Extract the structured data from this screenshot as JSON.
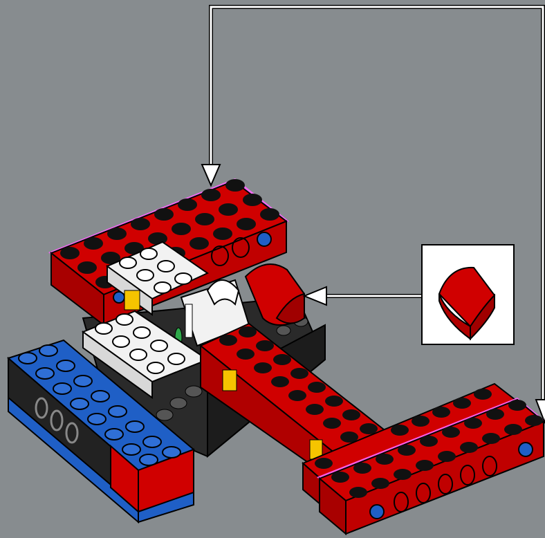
{
  "scene": {
    "background_color": "#878c8f",
    "step_type": "building-instruction",
    "callout_part": "red-curved-slope-1x2",
    "arrow_color": "#ffffff",
    "highlight_color": "#ff66ff"
  },
  "parts": [
    {
      "name": "red-beam-top",
      "color": "#d00000"
    },
    {
      "name": "white-plate-back",
      "color": "#f2f2f2"
    },
    {
      "name": "white-plate-front",
      "color": "#f2f2f2"
    },
    {
      "name": "blue-plate-left",
      "color": "#1f5fc6"
    },
    {
      "name": "red-beam-center",
      "color": "#d00000"
    },
    {
      "name": "red-beam-right-front",
      "color": "#d00000"
    },
    {
      "name": "red-curved-slope",
      "color": "#d00000"
    },
    {
      "name": "white-clip-connector",
      "color": "#f2f2f2"
    },
    {
      "name": "black-frame",
      "color": "#2a2a2a"
    },
    {
      "name": "yellow-accent",
      "color": "#f5c400"
    },
    {
      "name": "green-accent",
      "color": "#2ea84a"
    }
  ]
}
